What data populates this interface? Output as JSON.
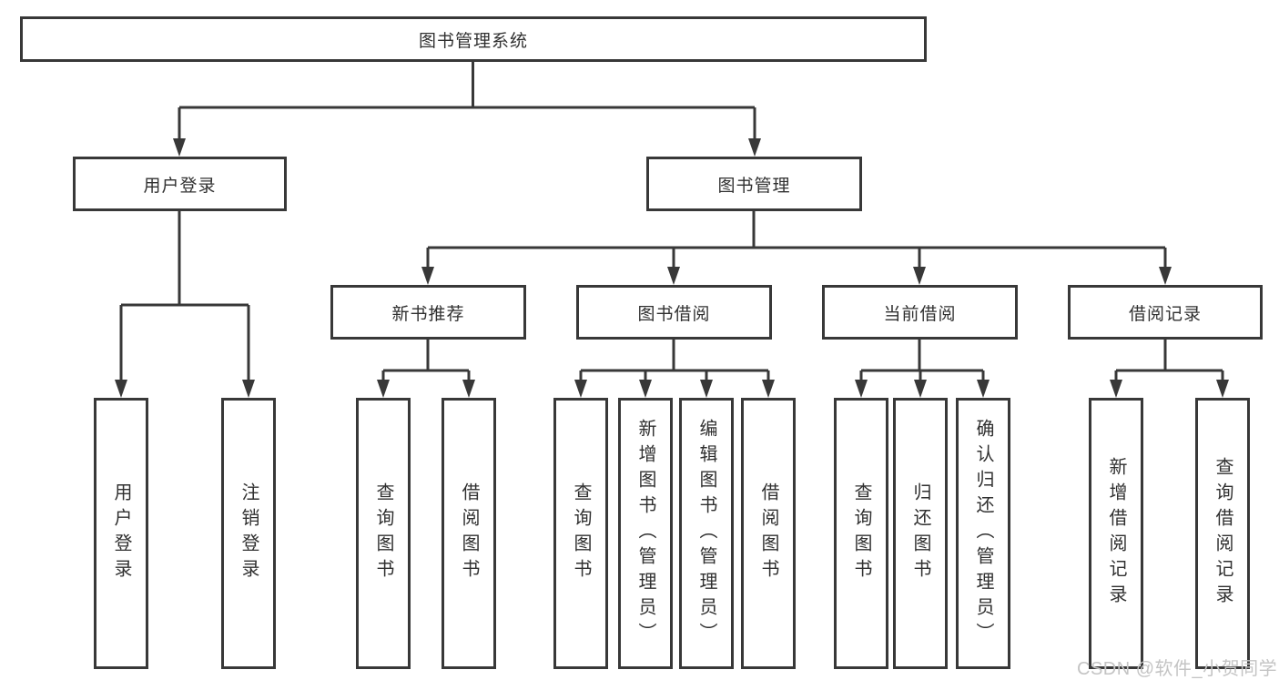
{
  "diagram": {
    "title": "图书管理系统",
    "branches": [
      {
        "label": "用户登录",
        "children": [
          {
            "label": "用户登录"
          },
          {
            "label": "注销登录"
          }
        ]
      },
      {
        "label": "图书管理",
        "children": [
          {
            "label": "新书推荐",
            "children": [
              {
                "label": "查询图书"
              },
              {
                "label": "借阅图书"
              }
            ]
          },
          {
            "label": "图书借阅",
            "children": [
              {
                "label": "查询图书"
              },
              {
                "label": "新增图书（管理员）"
              },
              {
                "label": "编辑图书（管理员）"
              },
              {
                "label": "借阅图书"
              }
            ]
          },
          {
            "label": "当前借阅",
            "children": [
              {
                "label": "查询图书"
              },
              {
                "label": "归还图书"
              },
              {
                "label": "确认归还（管理员）"
              }
            ]
          },
          {
            "label": "借阅记录",
            "children": [
              {
                "label": "新增借阅记录"
              },
              {
                "label": "查询借阅记录"
              }
            ]
          }
        ]
      }
    ]
  },
  "watermark": "CSDN @软件_小贺同学",
  "colors": {
    "line": "#383838",
    "text": "#303030",
    "background": "#ffffff",
    "watermark": "#c4c4c4"
  }
}
